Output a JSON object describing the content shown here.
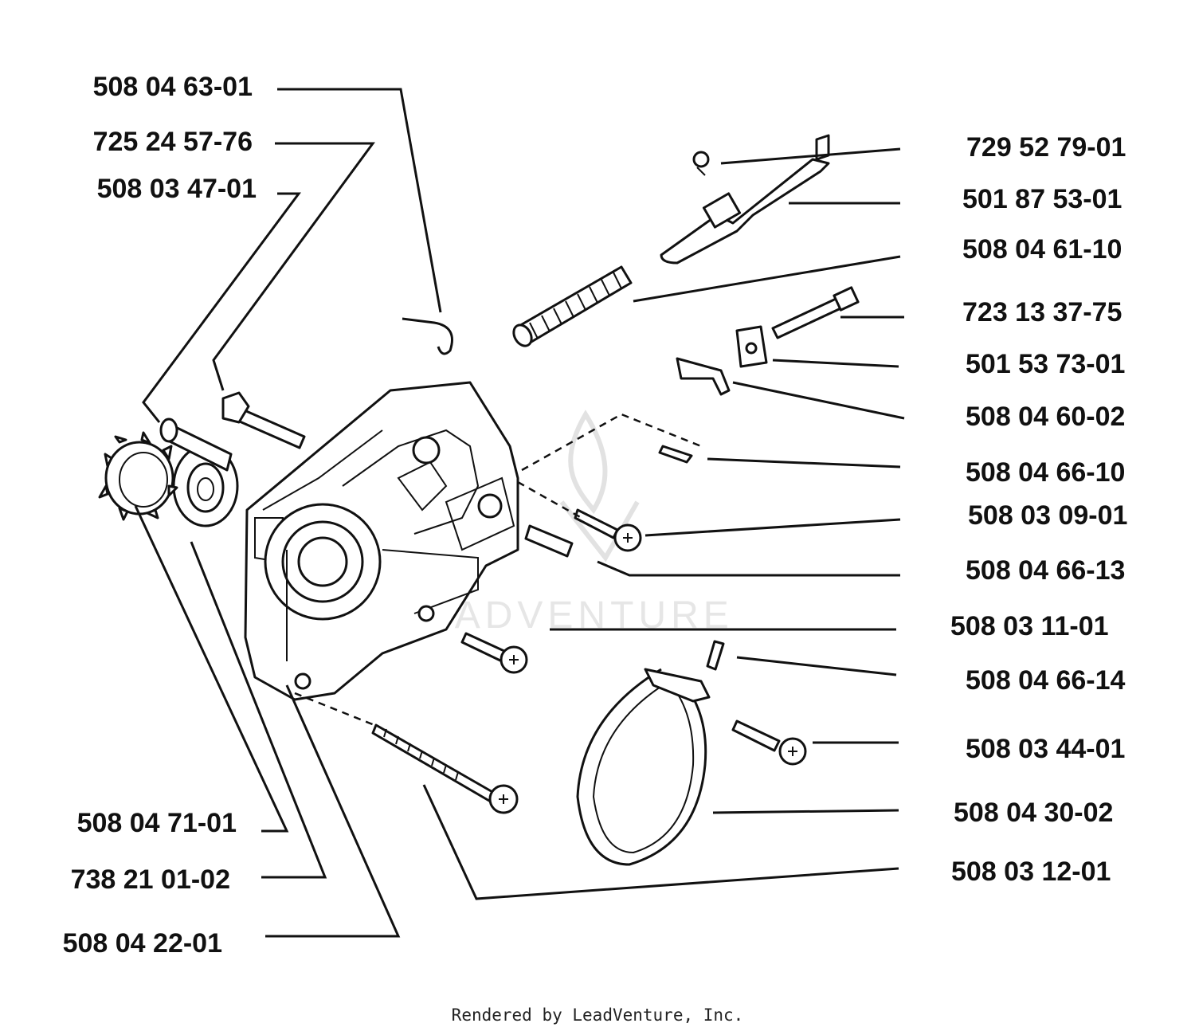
{
  "diagram": {
    "watermark": "LEADVENTURE",
    "footer": "Rendered by LeadVenture, Inc.",
    "callouts_left": [
      "508 04 63-01",
      "725 24 57-76",
      "508 03 47-01",
      "508 04 71-01",
      "738 21 01-02",
      "508 04 22-01"
    ],
    "callouts_right": [
      "729 52 79-01",
      "501 87 53-01",
      "508 04 61-10",
      "723 13 37-75",
      "501 53 73-01",
      "508 04 60-02",
      "508 04 66-10",
      "508 03 09-01",
      "508 04 66-13",
      "508 03 11-01",
      "508 04 66-14",
      "508 03 44-01",
      "508 04 30-02",
      "508 03 12-01"
    ]
  }
}
